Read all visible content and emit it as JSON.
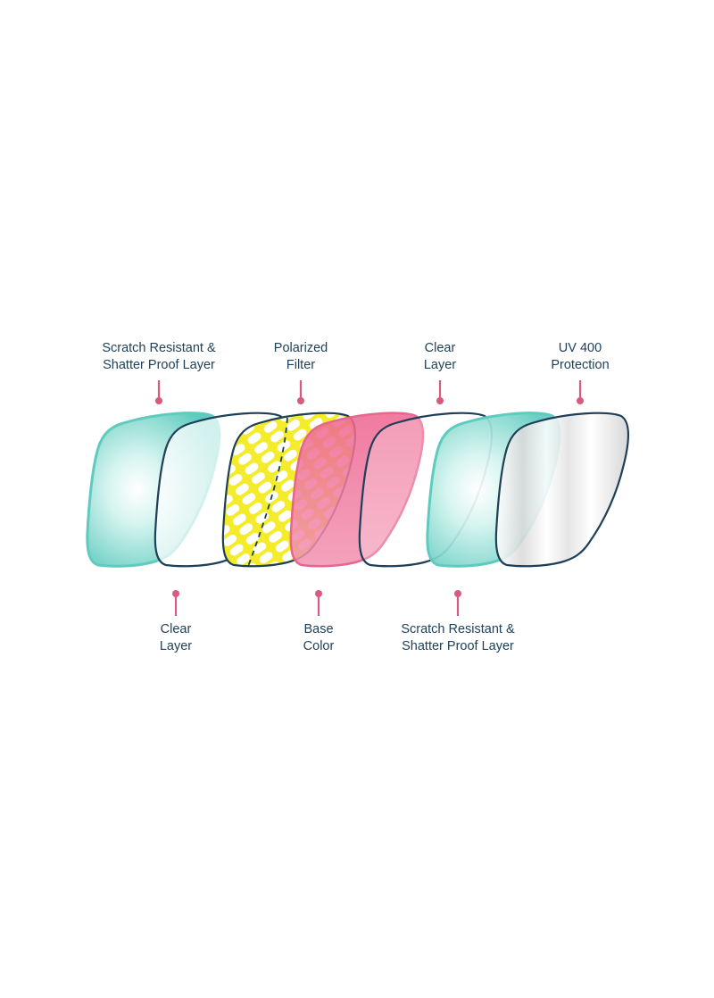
{
  "colors": {
    "text": "#1d3f57",
    "outline": "#1d3f57",
    "pin": "#d85a7f",
    "teal": "#5fcbbf",
    "yellow": "#f2e829",
    "pink": "#ef6b93",
    "clear": "#ffffff",
    "silver": "#e6e6e6"
  },
  "top_labels": [
    {
      "line1": "Scratch Resistant &",
      "line2": "Shatter Proof Layer"
    },
    {
      "line1": "Polarized",
      "line2": "Filter"
    },
    {
      "line1": "Clear",
      "line2": "Layer"
    },
    {
      "line1": "UV 400",
      "line2": "Protection"
    }
  ],
  "bottom_labels": [
    {
      "line1": "Clear",
      "line2": "Layer"
    },
    {
      "line1": "Base",
      "line2": "Color"
    },
    {
      "line1": "Scratch Resistant &",
      "line2": "Shatter Proof Layer"
    }
  ]
}
